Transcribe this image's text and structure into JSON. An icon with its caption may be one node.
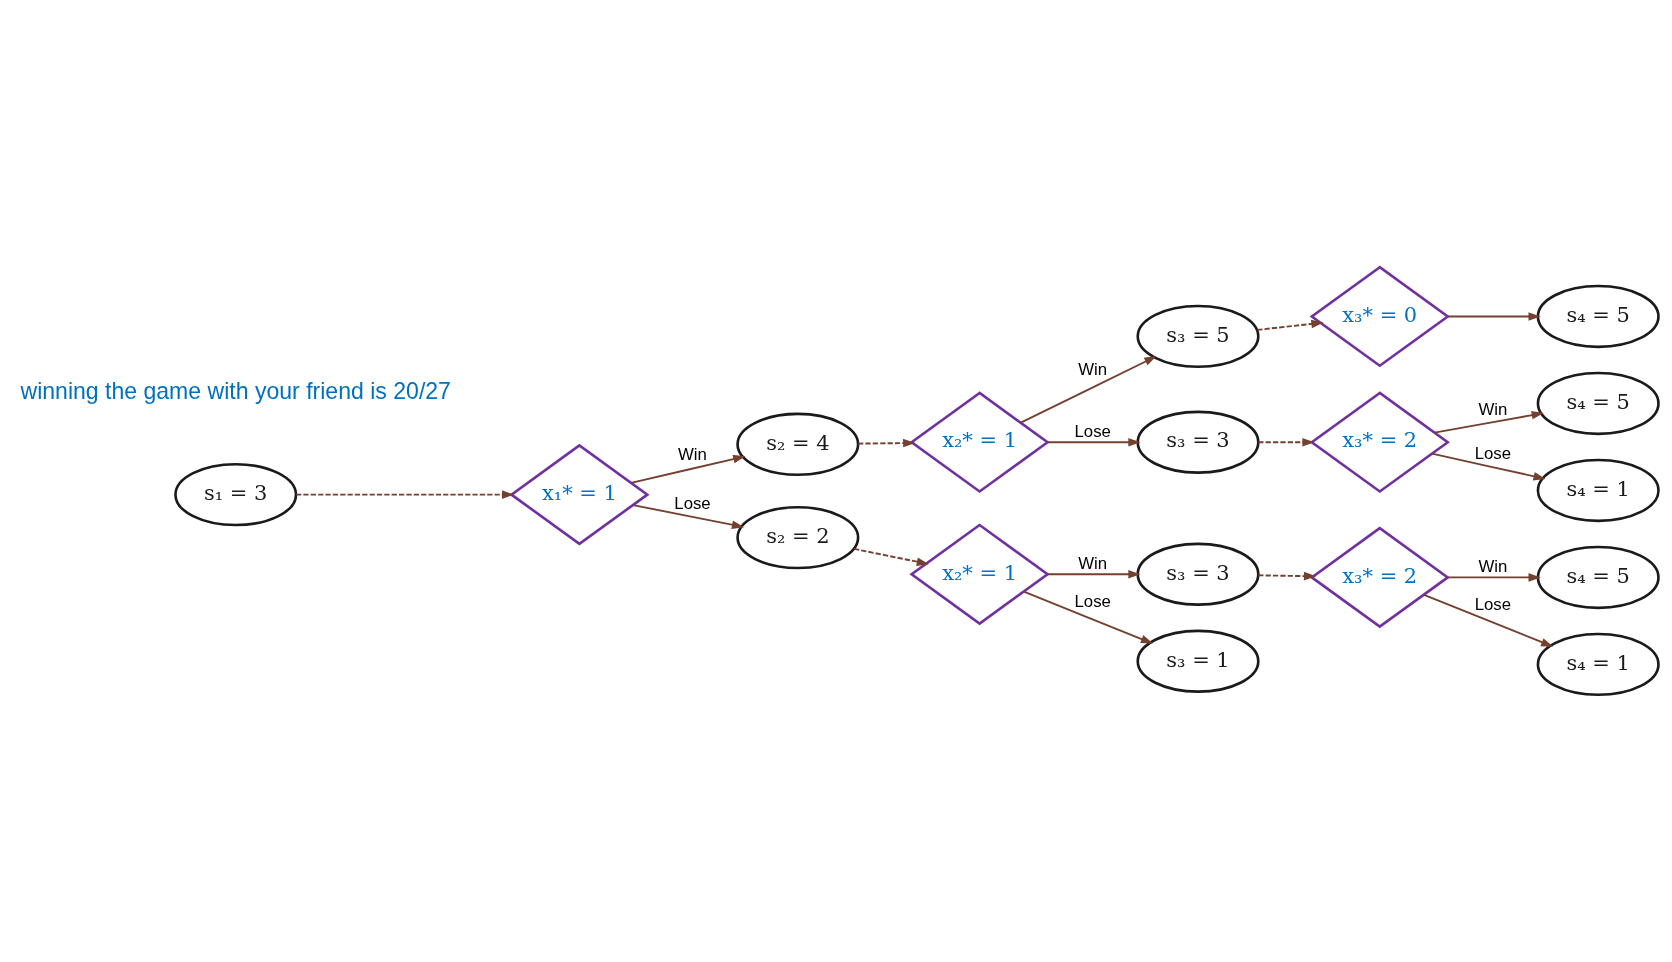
{
  "diagram": {
    "nodes": [
      {
        "text": [
          "s₁ = 3"
        ]
      },
      {
        "text": [
          "x₁* = 1"
        ]
      },
      {
        "text": [
          "s₂ = 4"
        ]
      },
      {
        "text": [
          "s₂ = 2"
        ]
      },
      {
        "text": [
          "x₂* = 1"
        ]
      },
      {
        "text": [
          "x₂* = 1"
        ]
      },
      {
        "text": [
          "s₃ = 5"
        ]
      },
      {
        "text": [
          "s₃ = 3"
        ]
      },
      {
        "text": [
          "s₃ = 3"
        ]
      },
      {
        "text": [
          "s₃ = 1"
        ]
      },
      {
        "text": [
          "x₃* = 0"
        ]
      },
      {
        "text": [
          "x₃* = 2"
        ]
      },
      {
        "text": [
          "x₃* = 2"
        ]
      },
      {
        "text": [
          "s₄ = 5"
        ]
      },
      {
        "text": [
          "s₄ = 5"
        ]
      },
      {
        "text": [
          "s₄ = 1"
        ]
      },
      {
        "text": [
          "s₄ = 5"
        ]
      },
      {
        "text": [
          "s₄ = 1"
        ]
      }
    ],
    "edges": [
      {
        "from": 0,
        "to": 1,
        "arrow": "to",
        "style": "dashed"
      },
      {
        "from": 1,
        "to": 2,
        "arrow": "to",
        "label": "Win"
      },
      {
        "from": 1,
        "to": 3,
        "arrow": "to",
        "label": "Lose"
      },
      {
        "from": 2,
        "to": 4,
        "arrow": "to",
        "style": "dashed"
      },
      {
        "from": 3,
        "to": 5,
        "arrow": "to",
        "style": "dashed"
      },
      {
        "from": 4,
        "to": 6,
        "arrow": "to",
        "label": "Win"
      },
      {
        "from": 4,
        "to": 7,
        "arrow": "to",
        "label": "Lose"
      },
      {
        "from": 5,
        "to": 8,
        "arrow": "to",
        "label": "Win"
      },
      {
        "from": 5,
        "to": 9,
        "arrow": "to",
        "label": "Lose"
      },
      {
        "from": 6,
        "to": 10,
        "arrow": "to",
        "style": "dashed"
      },
      {
        "from": 7,
        "to": 11,
        "arrow": "to",
        "style": "dashed"
      },
      {
        "from": 8,
        "to": 12,
        "arrow": "to",
        "style": "dashed"
      },
      {
        "from": 10,
        "to": 13,
        "arrow": "to"
      },
      {
        "from": 11,
        "to": 14,
        "arrow": "to",
        "label": "Win"
      },
      {
        "from": 11,
        "to": 15,
        "arrow": "to",
        "label": "Lose"
      },
      {
        "from": 12,
        "to": 16,
        "arrow": "to",
        "label": "Win"
      },
      {
        "from": 12,
        "to": 17,
        "arrow": "to",
        "label": "Lose"
      }
    ],
    "labels": [
      "winning the game with your friend is 20/27"
    ]
  }
}
